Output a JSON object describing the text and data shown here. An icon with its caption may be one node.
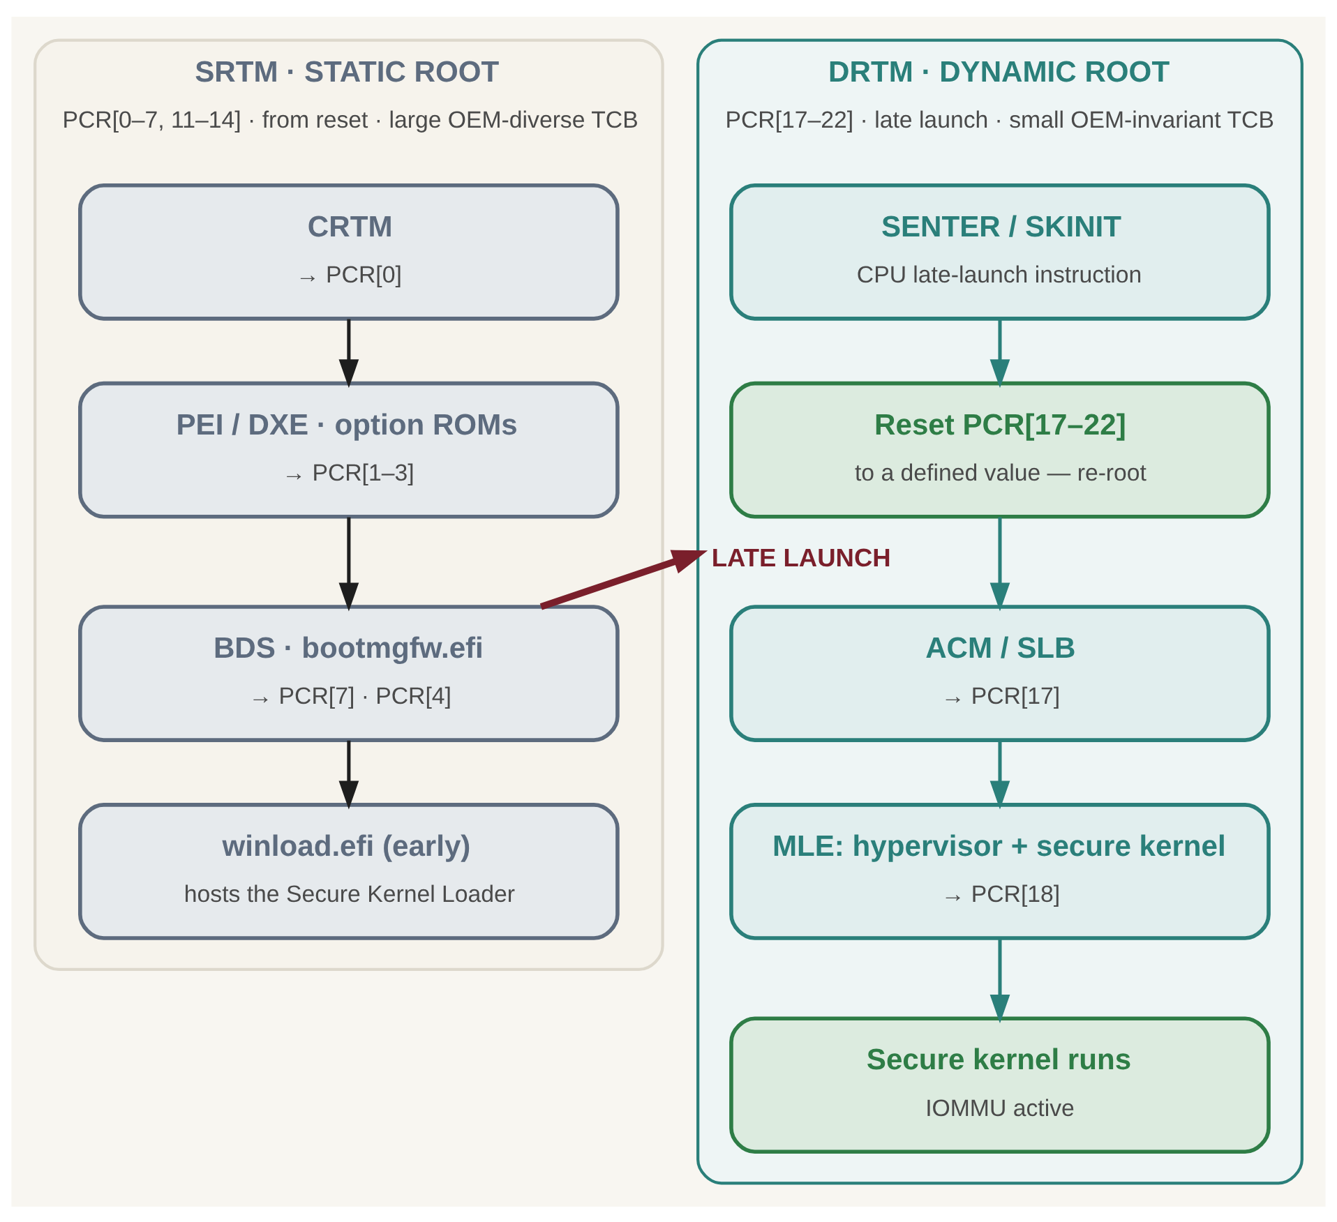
{
  "diagram": {
    "nodes": [
      {
        "text": [
          "SRTM · STATIC ROOT",
          "PCR[0–7, 11–14] · from reset · large OEM-diverse TCB"
        ]
      },
      {
        "text": [
          "CRTM",
          "→ PCR[0]"
        ],
        "in": 0
      },
      {
        "text": [
          "PEI / DXE · option ROMs",
          "→ PCR[1–3]"
        ],
        "in": 0
      },
      {
        "text": [
          "BDS · bootmgfw.efi",
          "→ PCR[7] · PCR[4]"
        ],
        "in": 0
      },
      {
        "text": [
          "winload.efi (early)",
          "hosts the Secure Kernel Loader"
        ],
        "in": 0
      },
      {
        "text": [
          "DRTM · DYNAMIC ROOT",
          "PCR[17–22] · late launch · small OEM-invariant TCB"
        ]
      },
      {
        "text": [
          "SENTER / SKINIT",
          "CPU late-launch instruction"
        ],
        "in": 5
      },
      {
        "text": [
          "Reset PCR[17–22]",
          "to a defined value — re-root"
        ],
        "in": 5
      },
      {
        "text": [
          "ACM / SLB",
          "→ PCR[17]"
        ],
        "in": 5
      },
      {
        "text": [
          "MLE: hypervisor + secure kernel",
          "→ PCR[18]"
        ],
        "in": 5
      },
      {
        "text": [
          "Secure kernel runs",
          "IOMMU active"
        ],
        "in": 5
      }
    ],
    "edges": [
      {
        "from": 1,
        "to": 2,
        "arrow": "to",
        "color": "#1e1e1e"
      },
      {
        "from": 2,
        "to": 3,
        "arrow": "to",
        "color": "#1e1e1e"
      },
      {
        "from": 3,
        "to": 4,
        "arrow": "to",
        "color": "#1e1e1e"
      },
      {
        "from": 6,
        "to": 7,
        "arrow": "to"
      },
      {
        "from": 7,
        "to": 8,
        "arrow": "to"
      },
      {
        "from": 8,
        "to": 9,
        "arrow": "to"
      },
      {
        "from": 9,
        "to": 10,
        "arrow": "to"
      },
      {
        "from": 3,
        "to": 5,
        "arrow": "to",
        "label": "LATE LAUNCH",
        "style": "thick",
        "color": "#7a1f2b"
      }
    ]
  }
}
